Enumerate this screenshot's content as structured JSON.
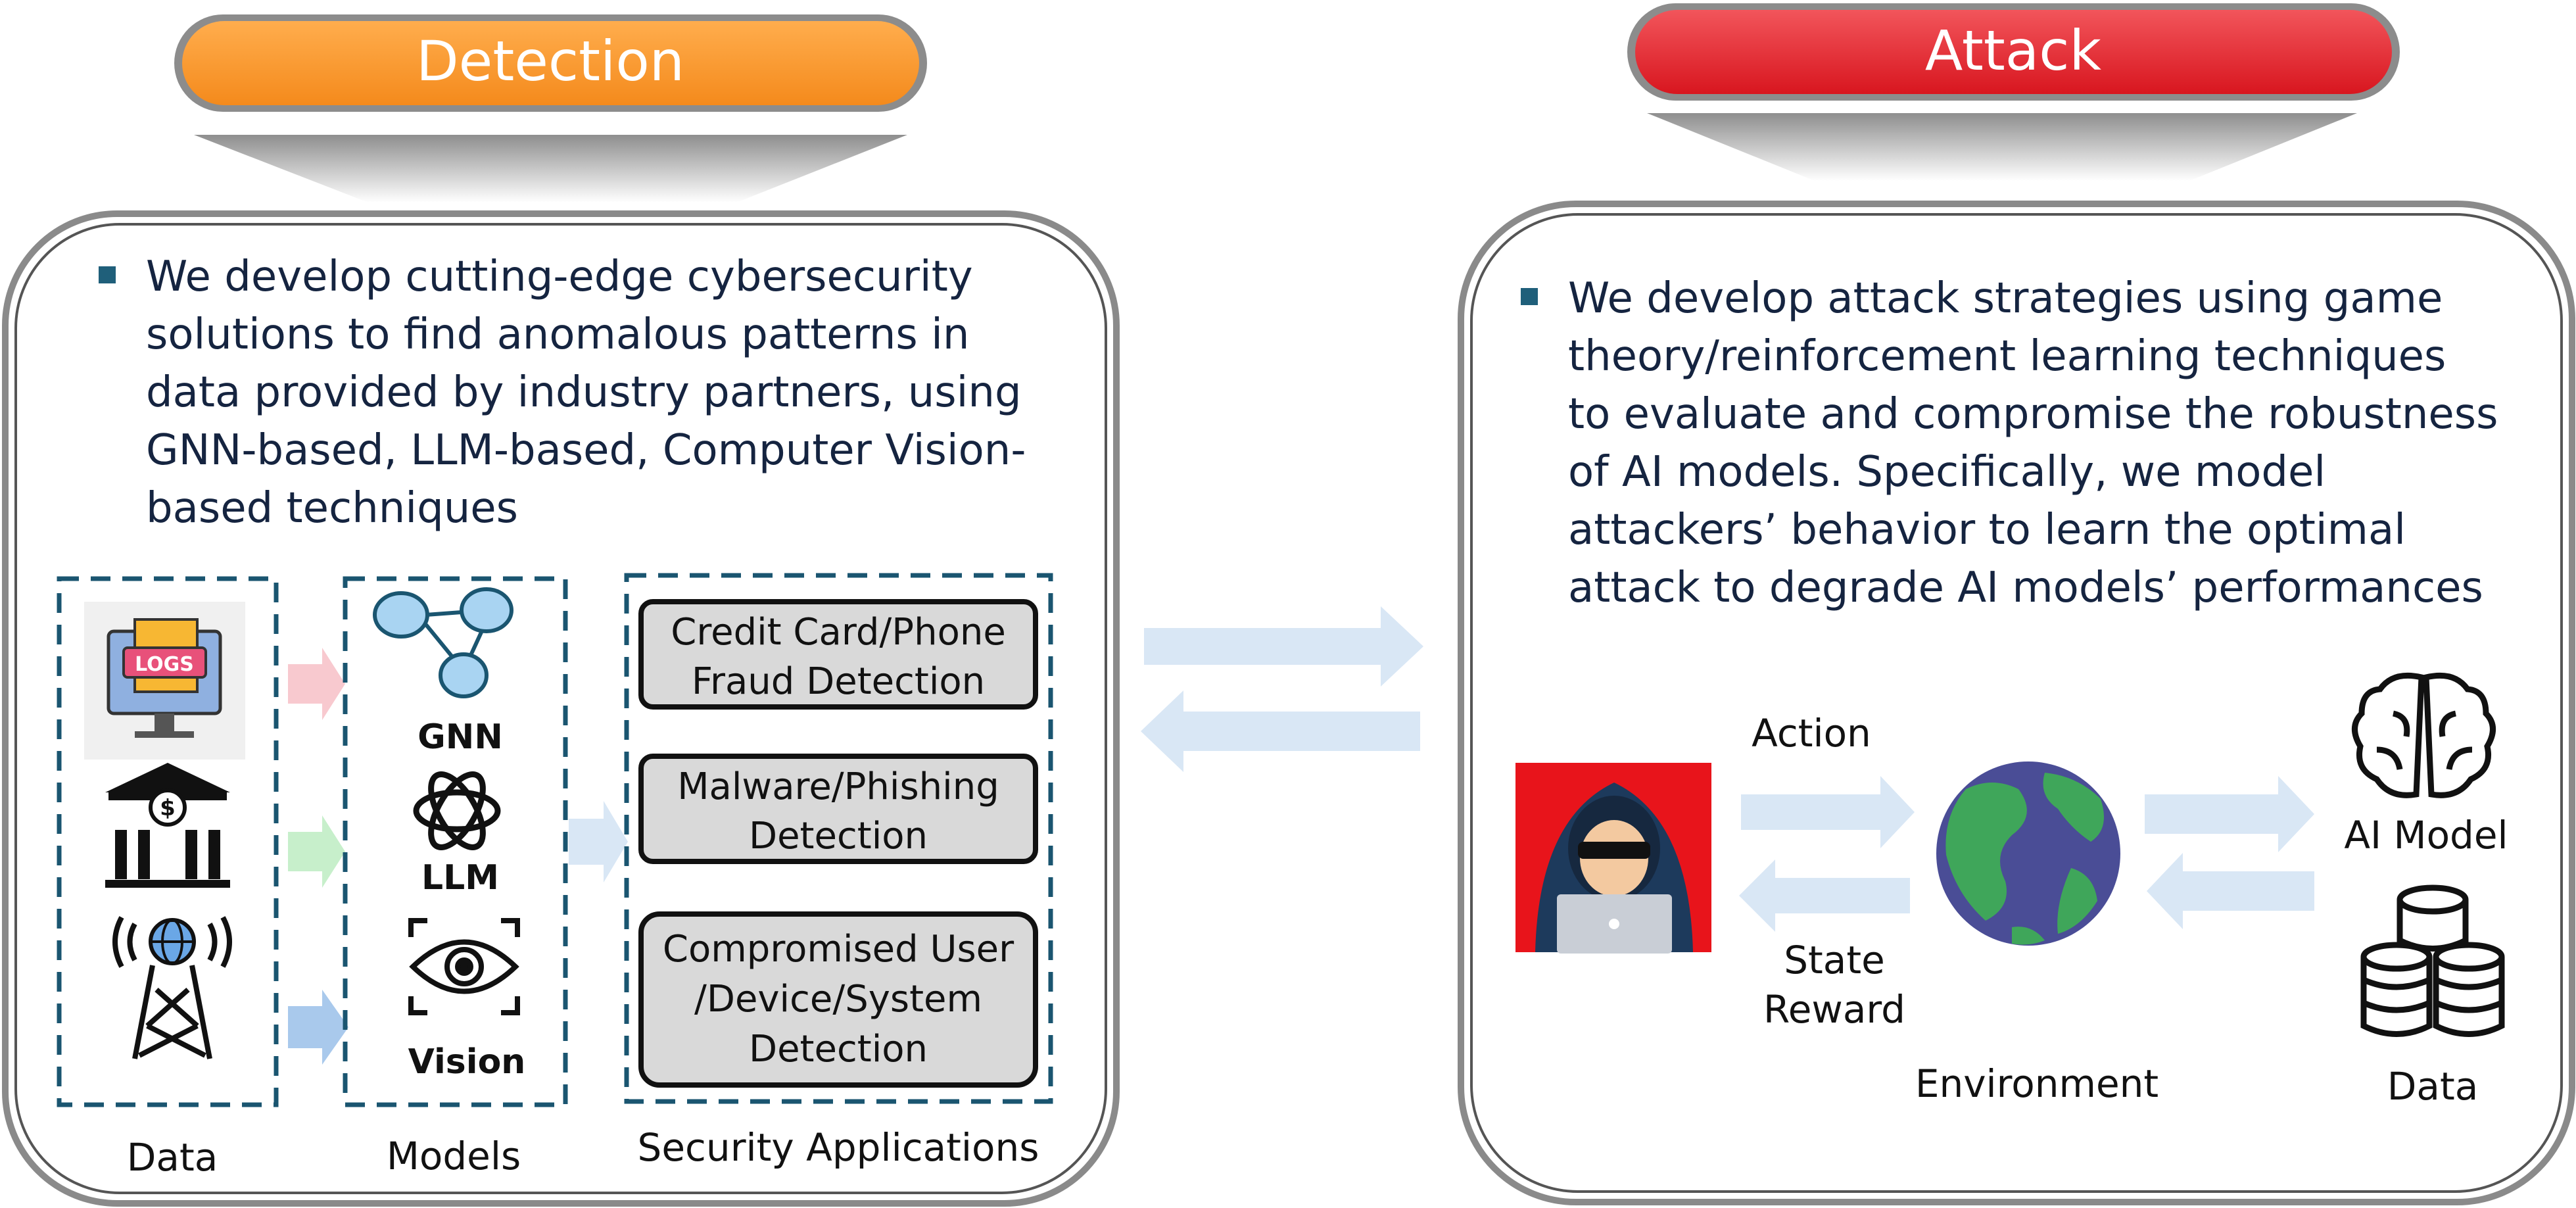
{
  "detection": {
    "banner_label": "Detection",
    "banner_color": "#f7962a",
    "description_lines": [
      "We develop cutting-edge cybersecurity",
      "solutions to find anomalous patterns in",
      "data provided by industry partners, using",
      "GNN-based, LLM-based, Computer Vision-",
      "based techniques"
    ],
    "columns": {
      "data_label": "Data",
      "models_label": "Models",
      "apps_label": "Security Applications"
    },
    "data_icons": [
      "logs-monitor-icon",
      "bank-icon",
      "antenna-tower-icon"
    ],
    "logs_badge": "LOGS",
    "models": [
      {
        "icon": "graph-nodes-icon",
        "label": "GNN"
      },
      {
        "icon": "openai-knot-icon",
        "label": "LLM"
      },
      {
        "icon": "eye-scan-icon",
        "label": "Vision"
      }
    ],
    "applications": [
      {
        "lines": [
          "Credit Card/Phone",
          "Fraud Detection"
        ]
      },
      {
        "lines": [
          "Malware/Phishing",
          "Detection"
        ]
      },
      {
        "lines": [
          "Compromised User",
          "/Device/System",
          "Detection"
        ]
      }
    ]
  },
  "attack": {
    "banner_label": "Attack",
    "banner_color": "#e0242b",
    "description_lines": [
      "We develop attack strategies using game",
      "theory/reinforcement learning techniques",
      "to evaluate and compromise the robustness",
      "of AI models. Specifically, we model",
      "attackers’ behavior to learn the optimal",
      "attack to degrade AI models’ performances"
    ],
    "action_label": "Action",
    "state_label": "State",
    "reward_label": "Reward",
    "environment_label": "Environment",
    "ai_model_label": "AI Model",
    "data_label": "Data",
    "icons": [
      "hacker-icon",
      "globe-icon",
      "brain-icon",
      "database-icon"
    ]
  },
  "colors": {
    "bullet": "#1f5f7a",
    "dashed_border": "#1a5570",
    "arrow_light_blue": "#d9e7f5",
    "arrow_pink": "#f8c9cf",
    "arrow_green": "#c7efcb",
    "arrow_blue": "#a9c9ec",
    "app_box_fill": "#d9d9d9"
  }
}
